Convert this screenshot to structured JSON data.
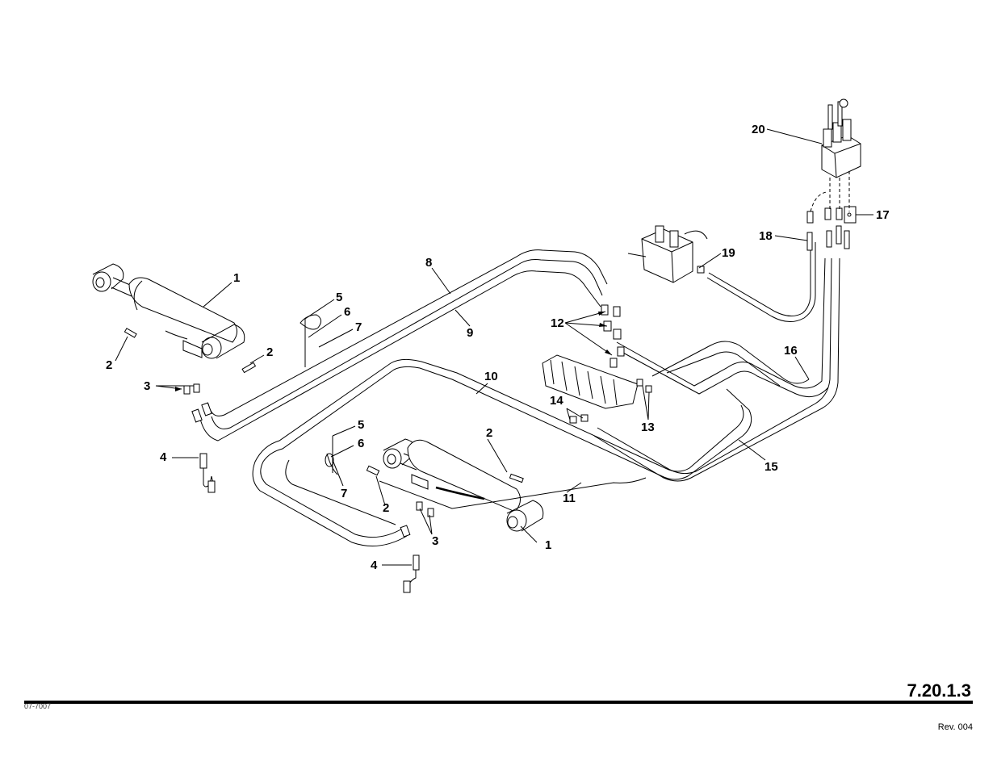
{
  "callouts": {
    "c1a": "1",
    "c1b": "1",
    "c2a": "2",
    "c2b": "2",
    "c2c": "2",
    "c2d": "2",
    "c3a": "3",
    "c3b": "3",
    "c4a": "4",
    "c4b": "4",
    "c5a": "5",
    "c5b": "5",
    "c6a": "6",
    "c6b": "6",
    "c7a": "7",
    "c7b": "7",
    "c8": "8",
    "c9": "9",
    "c10": "10",
    "c11": "11",
    "c12": "12",
    "c13": "13",
    "c14": "14",
    "c15": "15",
    "c16": "16",
    "c17": "17",
    "c18": "18",
    "c19": "19",
    "c20": "20"
  },
  "footer": {
    "page_number": "7.20.1.3",
    "drawing_number": "07-7007",
    "revision": "Rev. 004"
  }
}
